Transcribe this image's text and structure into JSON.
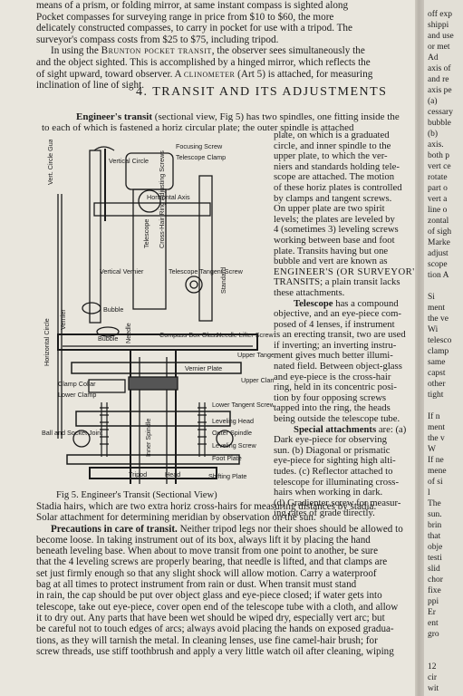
{
  "top_paragraph": {
    "lines": [
      "means of a prism, or folding mirror, at same instant compass is sighted along",
      "Pocket compasses for surveying range in price from $10 to $60, the more",
      "delicately constructed compasses, to carry in pocket for use with a tripod. The",
      "surveyor's compass costs from $25 to $75, including tripod."
    ],
    "brunton_before": "In using the ",
    "brunton_term": "Brunton pocket transit",
    "brunton_after": ", the observer sees simultaneously the",
    "line6": "and the object sighted.  This is accomplished by a hinged mirror, which reflects the",
    "line7_before": "of sight upward, toward observer.  A ",
    "line7_term": "clinometer",
    "line7_after": " (Art 5) is attached, for measuring",
    "line8": "inclination of line of sight."
  },
  "section_heading": "4.  TRANSIT AND ITS ADJUSTMENTS",
  "intro": {
    "term": "Engineer's transit",
    "rest": " (sectional view, Fig 5) has two spindles, one fitting inside the",
    "line2": "to each of which is fastened a horiz circular plate; the outer spindle is attached"
  },
  "right_column": [
    "plate, on which is a graduated",
    "circle, and inner spindle to the",
    "upper plate, to which the ver-",
    "niers and standards holding tele-",
    "scope are attached.  The motion",
    "of these horiz plates is controlled",
    "by clamps and tangent screws.",
    "On upper plate are two spirit",
    "levels; the plates are leveled by",
    "4 (sometimes 3) leveling screws",
    "working between base and foot",
    "plate.  Transits having but one",
    "bubble and vert are known as",
    "ENGINEER'S  (OR  SURVEYOR'S)",
    "TRANSITS; a plain transit lacks",
    "these attachments."
  ],
  "telescope": {
    "heading": "Telescope",
    "lines": [
      "has a compound",
      "objective, and an eye-piece com-",
      "posed of 4 lenses, if instrument",
      "is an erecting transit, two are used",
      "if inverting; an inverting instru-",
      "ment gives much better illumi-",
      "nated field.  Between object-glass",
      "and eye-piece is the cross-hair",
      "ring, held in its concentric posi-",
      "tion by four opposing screws",
      "tapped into the ring, the heads",
      "being outside the telescope tube."
    ]
  },
  "special": {
    "heading": "Special attachments",
    "lines": [
      "are: (a)",
      "Dark eye-piece for observing",
      "sun.  (b) Diagonal or prismatic",
      "eye-piece for sighting high alti-",
      "tudes.  (c) Reflector attached to",
      "telescope for illuminating cross-",
      "hairs when working in dark.",
      "(d) Gradienter screw for measur-",
      "ing rates of grade directly."
    ]
  },
  "figure": {
    "caption": "Fig 5.  Engineer's Transit (Sectional View)",
    "labels": {
      "vert_circle_guard": "Vert. Circle Guard",
      "vertical_circle": "Vertical Circle",
      "focusing_screw": "Focusing Screw",
      "telescope_clamp": "Telescope Clamp",
      "horizontal_axis": "Horizontal Axis",
      "telescope": "Telescope",
      "cross_hair_ring": "Cross-Hair Ring Adjusting Screws",
      "vertical_vernier": "Vertical Vernier",
      "telescope_tangent_screw": "Telescope Tangent Screw",
      "standard": "Standard",
      "horizontal_circle": "Horizontal Circle",
      "vernier": "Vernier",
      "bubble": "Bubble",
      "bubble2": "Bubble",
      "needle": "Needle",
      "compass_box_glass": "Compass Box Glass",
      "needle_lifter_screw": "Needle Lifter Screw",
      "upper_tangent_screw": "Upper Tangent Screw",
      "vernier_plate": "Vernier Plate",
      "upper_clamp": "Upper Clamp",
      "clamp_collar": "Clamp Collar",
      "lower_clamp": "Lower Clamp",
      "lower_tangent_screw": "Lower Tangent Screw",
      "inner_spindle": "Inner Spindle",
      "leveling_head": "Leveling Head",
      "outer_spindle": "Outer Spindle",
      "ball_socket": "Ball and Socket Joint",
      "leveling_screw": "Leveling Screw",
      "foot_plate": "Foot Plate",
      "tripod": "Tripod",
      "head": "Head",
      "shifting_plate": "Shifting Plate"
    }
  },
  "bottom": {
    "line1": "Stadia hairs, which are two extra horiz cross-hairs for measuring distances by stadia.",
    "line2": "Solar attachment for determining meridian by observation on the sun.",
    "precautions_heading": "Precautions in care of transit.",
    "precautions_rest": "  Neither tripod legs nor their shoes should be allowed to",
    "lines": [
      "become loose.  In taking instrument out of its box, always lift it by placing the hand",
      "beneath leveling base.  When about to move transit from one point to another, be sure",
      "that the 4 leveling screws are properly bearing, that needle is lifted, and that clamps are",
      "set just firmly enough so that any slight shock will allow motion.  Carry a waterproof",
      "bag at all times to protect instrument from rain or dust.  When transit must stand",
      "in rain, the cap should be put over object glass and eye-piece closed; if water gets into",
      "telescope, take out eye-piece, cover open end of the telescope tube with a cloth, and allow",
      "it to dry out.  Any parts that have been wet should be wiped dry, especially vert arc; but",
      "be careful not to touch edges of arcs; always avoid placing the hands on exposed gradua-",
      "tions, as they will tarnish the metal.  In cleaning lenses, use fine camel-hair brush; for",
      "screw threads, use stiff toothbrush and apply a very little watch oil after cleaning, wiping"
    ]
  },
  "next_page_fragments": [
    "off exp",
    "shippi",
    "and use",
    "or met",
    "Ad",
    "axis of",
    "and re",
    "axis pe",
    "(a)",
    "cessary",
    "bubble",
    "(b)",
    "axis.",
    "both p",
    "vert ce",
    "rotate",
    "part o",
    "vert a",
    "line o",
    "zontal",
    "of sigh",
    "Marke",
    "adjust",
    "scope",
    "tion A",
    "",
    "Si",
    "ment",
    "the ve",
    "Wi",
    "telesco",
    "clamp",
    "same",
    "capst",
    "other",
    "tight",
    "",
    "If n",
    "ment",
    "the v",
    "W",
    "If ne",
    "mene",
    "of si",
    "l",
    "The",
    "sun.",
    "brin",
    "that",
    "obje",
    "testi",
    "slid",
    "chor",
    "fixe",
    "ppi",
    "Er",
    "ent",
    "gro",
    "",
    "",
    "12",
    "cir",
    "wit"
  ]
}
